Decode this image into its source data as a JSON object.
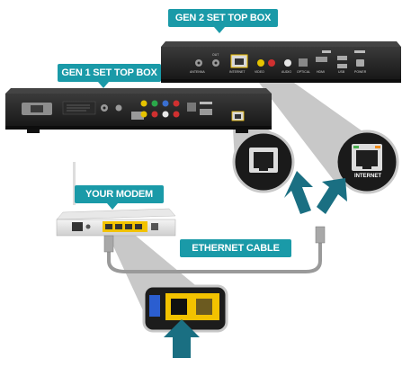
{
  "labels": {
    "gen2": "GEN 2 SET TOP BOX",
    "gen1": "GEN 1 SET TOP BOX",
    "modem": "YOUR MODEM",
    "cable": "ETHERNET CABLE",
    "internet": "INTERNET"
  },
  "gen2_ports": {
    "antenna": "ANTENNA",
    "out": "OUT",
    "internet": "INTERNET",
    "video": "VIDEO",
    "audio": "AUDIO",
    "optical": "OPTICAL",
    "hdmi": "HDMI",
    "usb": "USB",
    "power": "POWER"
  },
  "colors": {
    "label_bg": "#1a9aa8",
    "arrow": "#1a6f82",
    "callout_grey": "#c8c8c8",
    "modem_port_yellow": "#f2c200",
    "box_body": "#1c1c1c"
  }
}
